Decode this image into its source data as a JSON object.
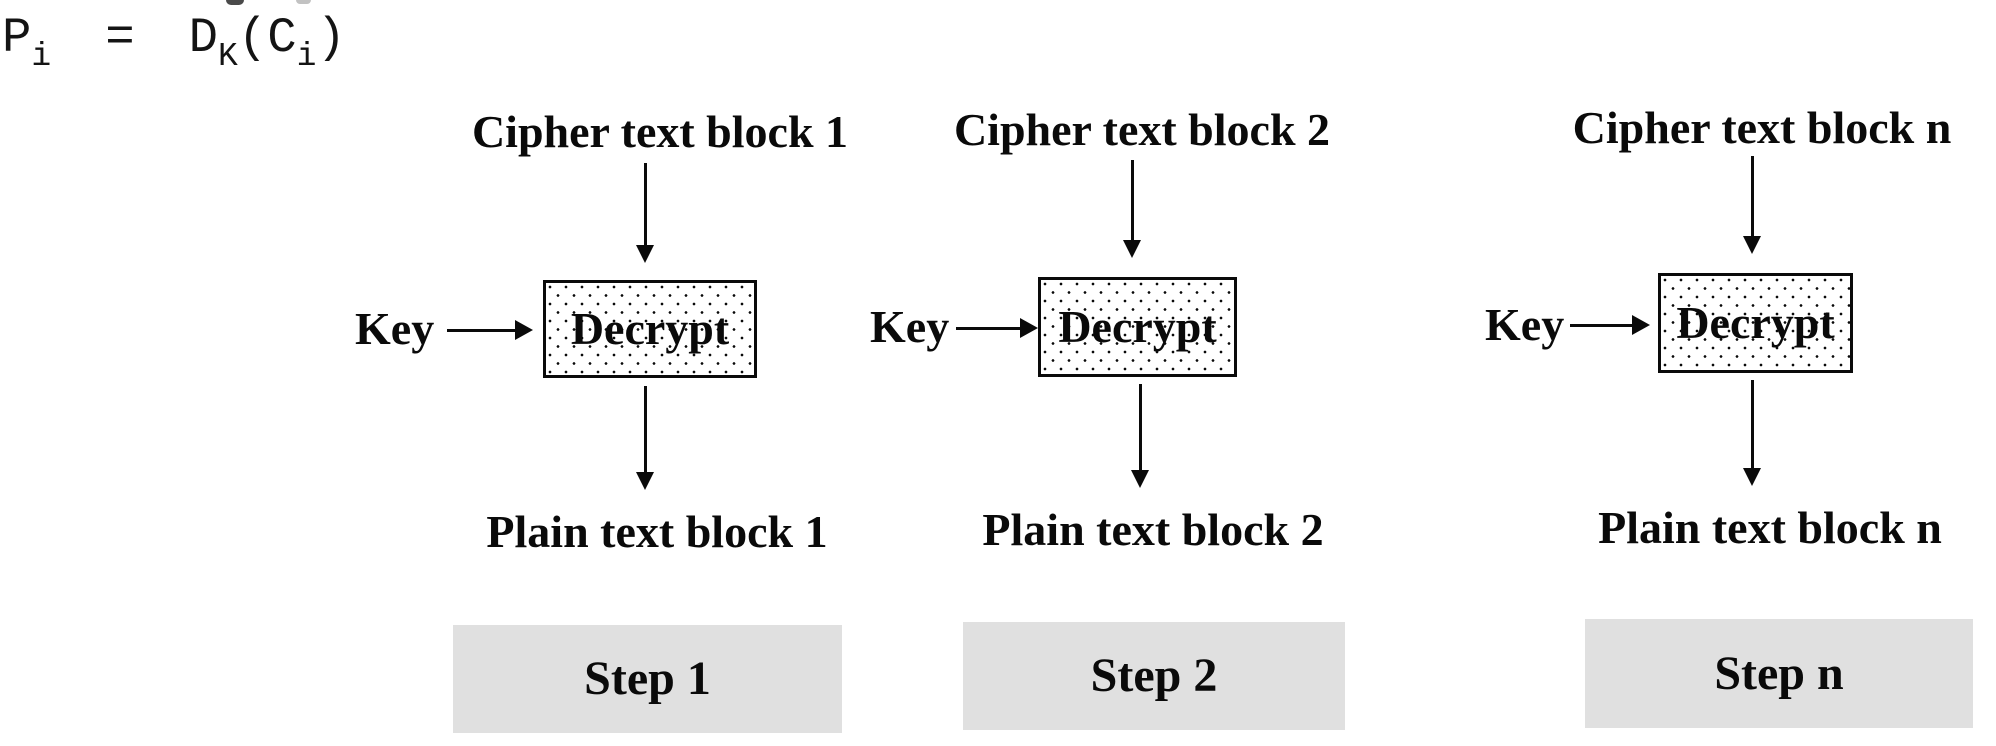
{
  "formula": {
    "lhs": "P",
    "lhs_sub": "i",
    "equals": "=",
    "func": "D",
    "func_sub": "K",
    "arg_open": "(C",
    "arg_sub": "i",
    "arg_close": ")"
  },
  "columns": [
    {
      "cipher_label": "Cipher text block 1",
      "key_label": "Key",
      "decrypt_label": "Decrypt",
      "plain_label": "Plain text block 1",
      "step_label": "Step 1"
    },
    {
      "cipher_label": "Cipher text block 2",
      "key_label": "Key",
      "decrypt_label": "Decrypt",
      "plain_label": "Plain text block 2",
      "step_label": "Step 2"
    },
    {
      "cipher_label": "Cipher text block n",
      "key_label": "Key",
      "decrypt_label": "Decrypt",
      "plain_label": "Plain text block n",
      "step_label": "Step n"
    }
  ],
  "colors": {
    "ink": "#0a0a0a",
    "step_box_bg": "#e0e0e0",
    "decrypt_box_bg": "#ffffff"
  }
}
